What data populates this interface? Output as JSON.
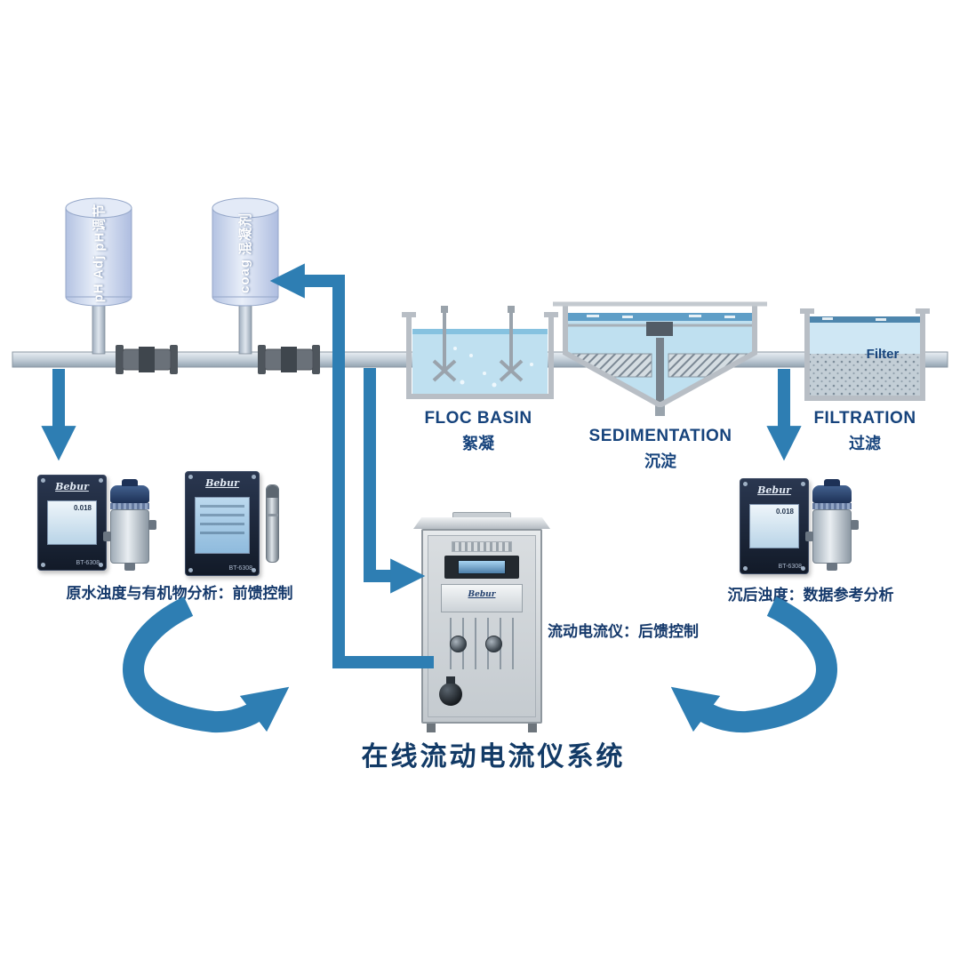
{
  "colors": {
    "accent": "#2E7EB3",
    "label": "#16437C",
    "title": "#123A66"
  },
  "title": "在线流动电流仪系统",
  "tanks": {
    "ph": {
      "line1": "pH Adj",
      "line2": "pH调节"
    },
    "coag": {
      "line1": "coag",
      "line2": "混凝剂"
    }
  },
  "stages": {
    "floc": {
      "en": "FLOC BASIN",
      "zh": "絮凝"
    },
    "sed": {
      "en": "SEDIMENTATION",
      "zh": "沉淀"
    },
    "filt": {
      "en": "FILTRATION",
      "zh": "过滤",
      "media": "Filter"
    }
  },
  "devices": {
    "brand": "Bebur",
    "model": "BT-6308",
    "reading": "0.018"
  },
  "captions": {
    "raw": "原水浊度与有机物分析：前馈控制",
    "scm": "流动电流仪：后馈控制",
    "settled": "沉后浊度：数据参考分析"
  }
}
